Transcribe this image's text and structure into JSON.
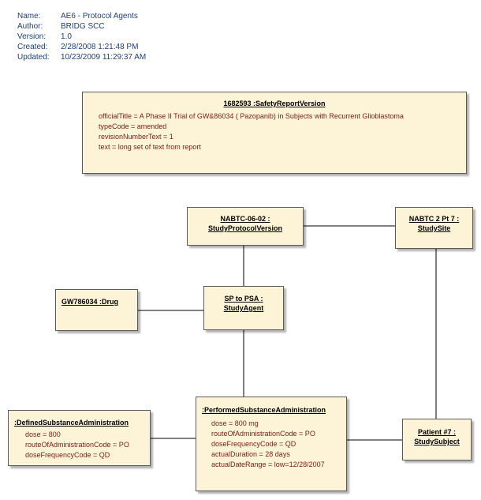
{
  "meta": {
    "name_label": "Name:",
    "name_value": "AE6 - Protocol Agents",
    "author_label": "Author:",
    "author_value": "BRIDG SCC",
    "version_label": "Version:",
    "version_value": "1.0",
    "created_label": "Created:",
    "created_value": "2/28/2008 1:21:48 PM",
    "updated_label": "Updated:",
    "updated_value": "10/23/2009 11:29:37 AM"
  },
  "nodes": {
    "safety_report": {
      "title": "1682593 :SafetyReportVersion",
      "attrs": [
        "officialTitle = A Phase II Trial of GW&86034 ( Pazopanib) in Subjects with Recurrent Glioblastoma",
        "typeCode = amended",
        "revisionNumberText = 1",
        "text = long set of text from report"
      ]
    },
    "protocol_version": {
      "title_line1": "NABTC-06-02 :",
      "title_line2": "StudyProtocolVersion"
    },
    "study_site": {
      "title_line1": "NABTC 2 Pt 7 :",
      "title_line2": "StudySite"
    },
    "drug": {
      "title": "GW786034 :Drug"
    },
    "study_agent": {
      "title_line1": "SP to PSA :",
      "title_line2": "StudyAgent"
    },
    "defined_substance": {
      "title": ":DefinedSubstanceAdministration",
      "attrs": [
        "dose = 800",
        "routeOfAdministrationCode = PO",
        "doseFrequencyCode = QD"
      ]
    },
    "performed_substance": {
      "title": ":PerformedSubstanceAdministration",
      "attrs": [
        "dose = 800 mg",
        "routeOfAdministrationCode = PO",
        "doseFrequencyCode = QD",
        "actualDuration = 28 days",
        "actualDateRange = low=12/28/2007"
      ]
    },
    "study_subject": {
      "title_line1": "Patient #7 :",
      "title_line2": "StudySubject"
    }
  }
}
